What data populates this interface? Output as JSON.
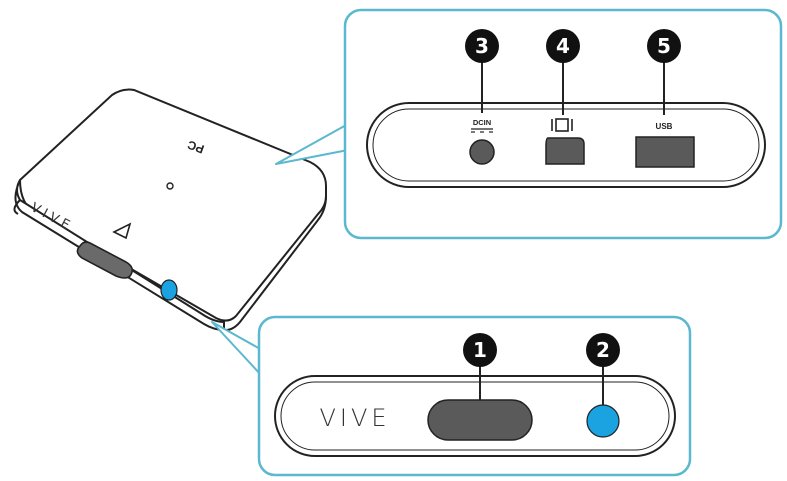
{
  "device": {
    "pc_label": "PC",
    "front_label": "VIVE"
  },
  "back_panel": {
    "ports": [
      {
        "number": "3",
        "label": "DCIN",
        "icon": "dc-in-icon"
      },
      {
        "number": "4",
        "label": "",
        "icon": "display-port-icon"
      },
      {
        "number": "5",
        "label": "USB",
        "icon": "usb-port"
      }
    ]
  },
  "front_panel": {
    "logo": "VIVE",
    "items": [
      {
        "number": "1",
        "icon": "headset-port"
      },
      {
        "number": "2",
        "icon": "power-light"
      }
    ]
  },
  "colors": {
    "callout_border": "#5bb8cf",
    "badge": "#111111",
    "port": "#5a5a5a",
    "led": "#1aa3e0"
  }
}
